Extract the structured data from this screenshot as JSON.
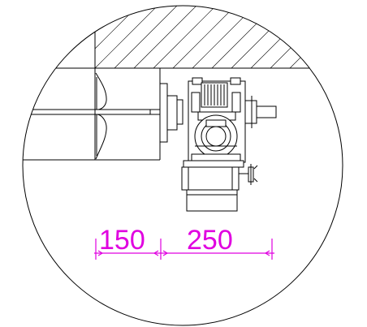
{
  "drawing": {
    "dimensions": [
      {
        "id": "dim-left",
        "label": "150"
      },
      {
        "id": "dim-right",
        "label": "250"
      }
    ],
    "colors": {
      "line": "#000000",
      "dimension": "#e000e0",
      "background": "#ffffff"
    }
  }
}
